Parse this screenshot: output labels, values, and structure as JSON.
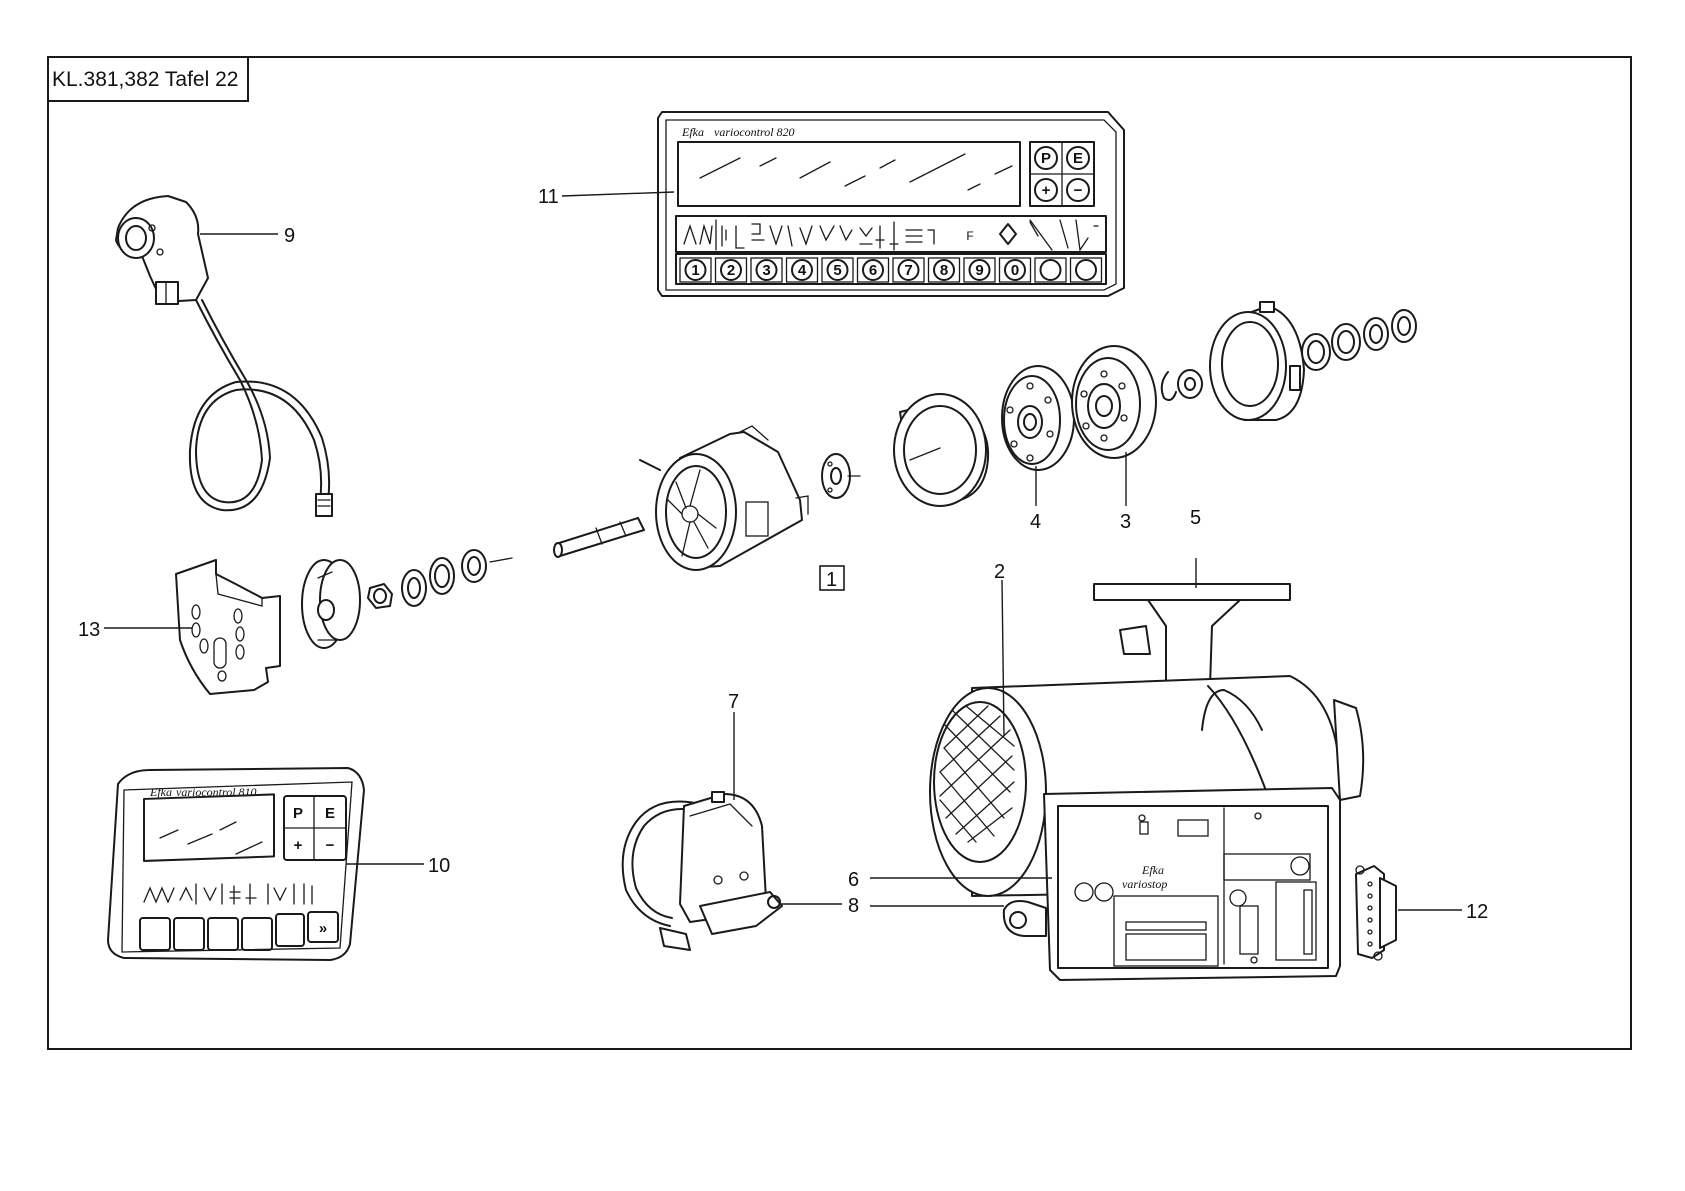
{
  "title": "KL.381,382 Tafel 22",
  "labels": {
    "l1": "1",
    "l2": "2",
    "l3": "3",
    "l4": "4",
    "l5": "5",
    "l6": "6",
    "l7": "7",
    "l8": "8",
    "l9": "9",
    "l10": "10",
    "l11": "11",
    "l12": "12",
    "l13": "13"
  },
  "panel820": {
    "brand": "Efka",
    "model": "variocontrol 820",
    "keys_top": [
      "P",
      "E",
      "+",
      "−"
    ],
    "keys_bottom": [
      "1",
      "2",
      "3",
      "4",
      "5",
      "6",
      "7",
      "8",
      "9",
      "0",
      "",
      ""
    ],
    "func_f": "F"
  },
  "panel810": {
    "brand": "Efka",
    "model": "variocontrol 810",
    "keys_side": [
      "P",
      "E",
      "+",
      "−"
    ],
    "key_last": "»"
  },
  "motor_box": {
    "brand": "Efka",
    "model": "variostop"
  }
}
